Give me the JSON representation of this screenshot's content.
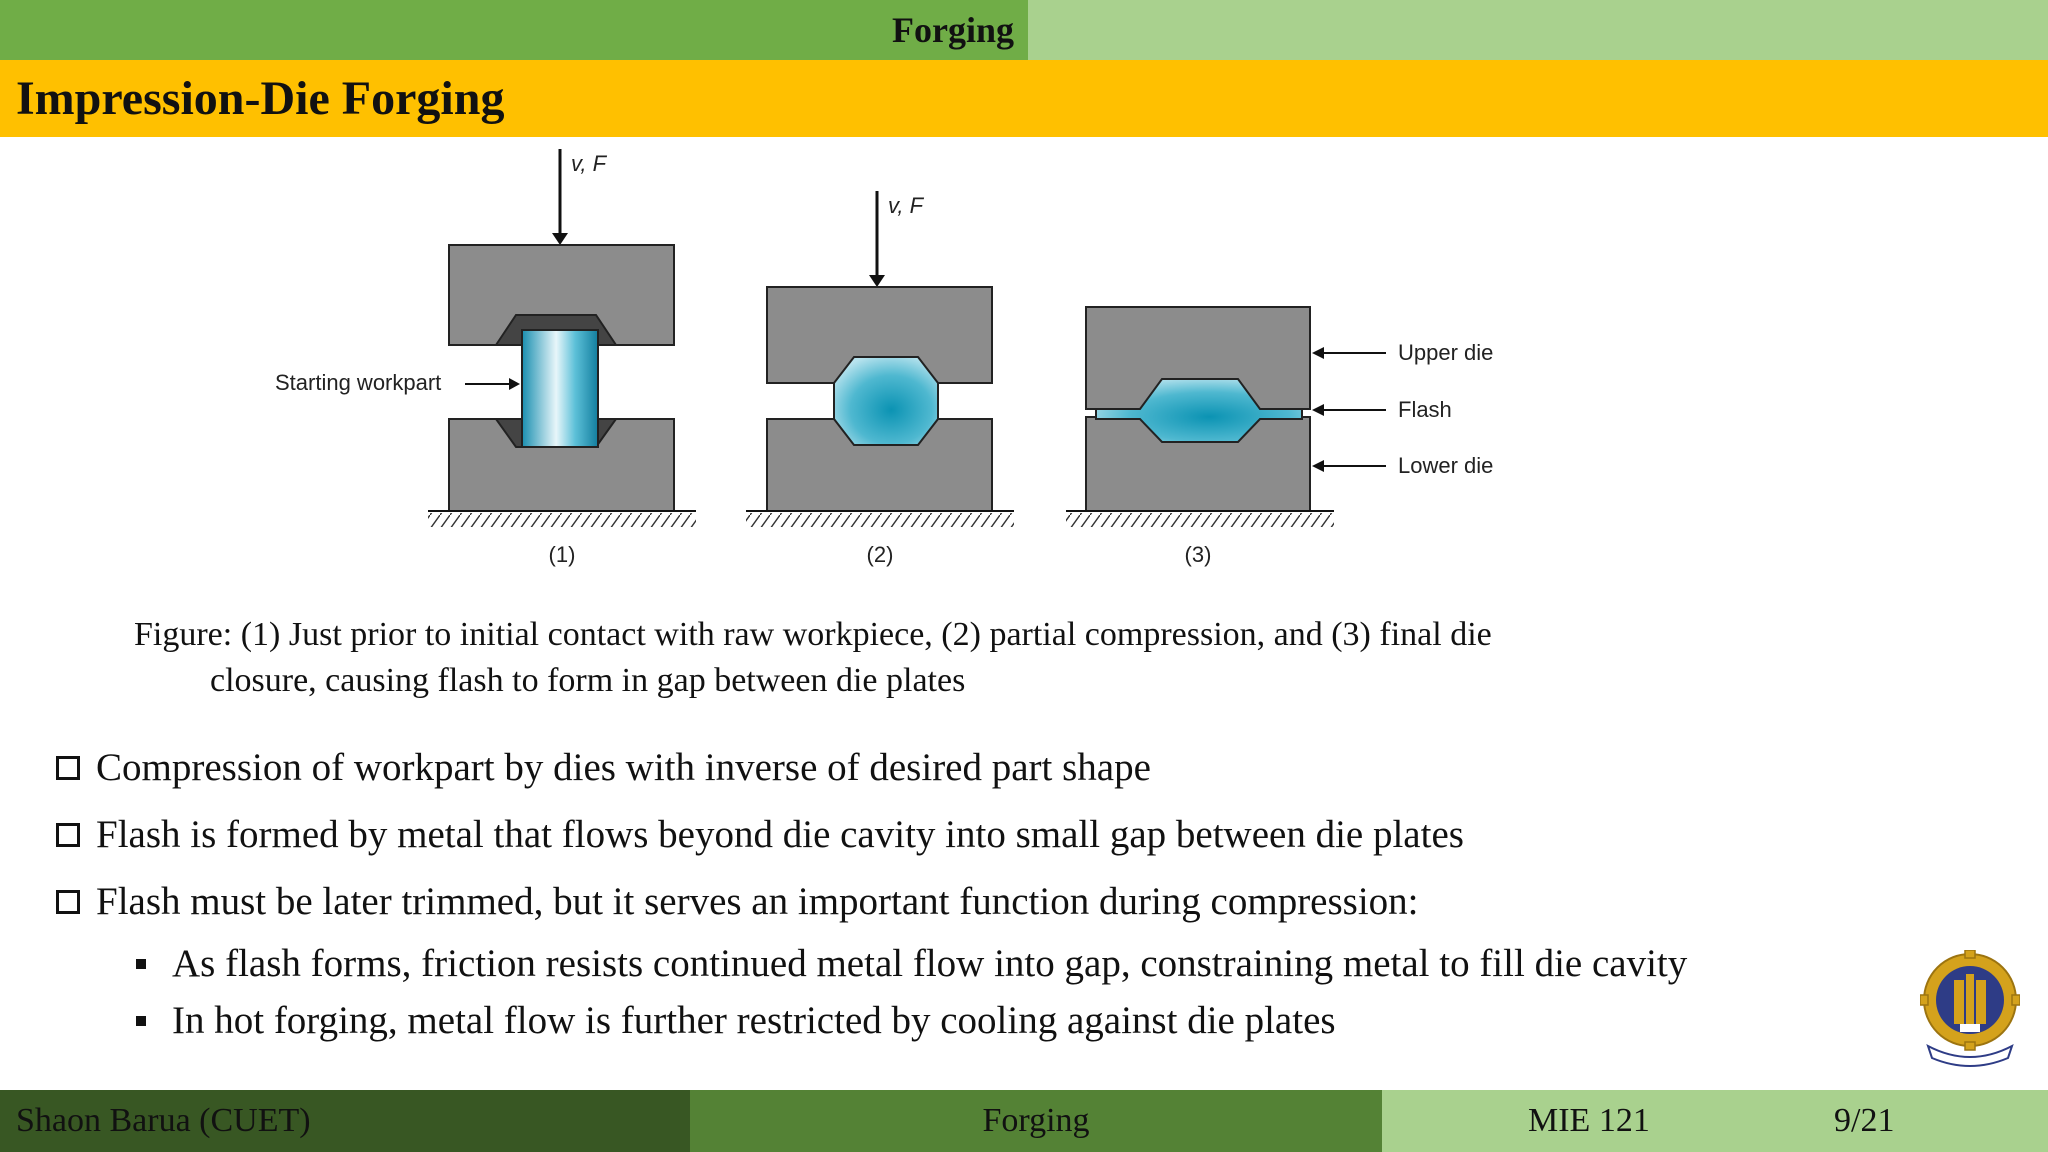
{
  "header": {
    "section": "Forging"
  },
  "slide": {
    "title": "Impression-Die Forging"
  },
  "figure": {
    "force_label": "v, F",
    "labels": {
      "starting_workpart": "Starting workpart",
      "upper_die": "Upper die",
      "flash": "Flash",
      "lower_die": "Lower die"
    },
    "stages": [
      "(1)",
      "(2)",
      "(3)"
    ],
    "caption_line1": "Figure: (1) Just prior to initial contact with raw workpiece, (2) partial compression, and (3) final die",
    "caption_line2": "closure, causing flash to form in gap between die plates"
  },
  "bullets": [
    "Compression of workpart by dies with inverse of desired part shape",
    "Flash is formed by metal that flows beyond die cavity into small gap between die plates",
    "Flash must be later trimmed, but it serves an important function during compression:"
  ],
  "subbullets": [
    "As flash forms, friction resists continued metal flow into gap, constraining metal to fill die cavity",
    "In hot forging, metal flow is further restricted by cooling against die plates"
  ],
  "footer": {
    "author": "Shaon Barua (CUET)",
    "topic": "Forging",
    "course": "MIE 121",
    "page": "9/21"
  },
  "colors": {
    "header_green": "#70ad47",
    "header_light": "#a9d18e",
    "title_bar": "#ffc000",
    "footer_dark": "#385723",
    "footer_mid": "#548235",
    "die_gray": "#8c8c8c",
    "workpart_cyan": "#2ba6c4"
  }
}
